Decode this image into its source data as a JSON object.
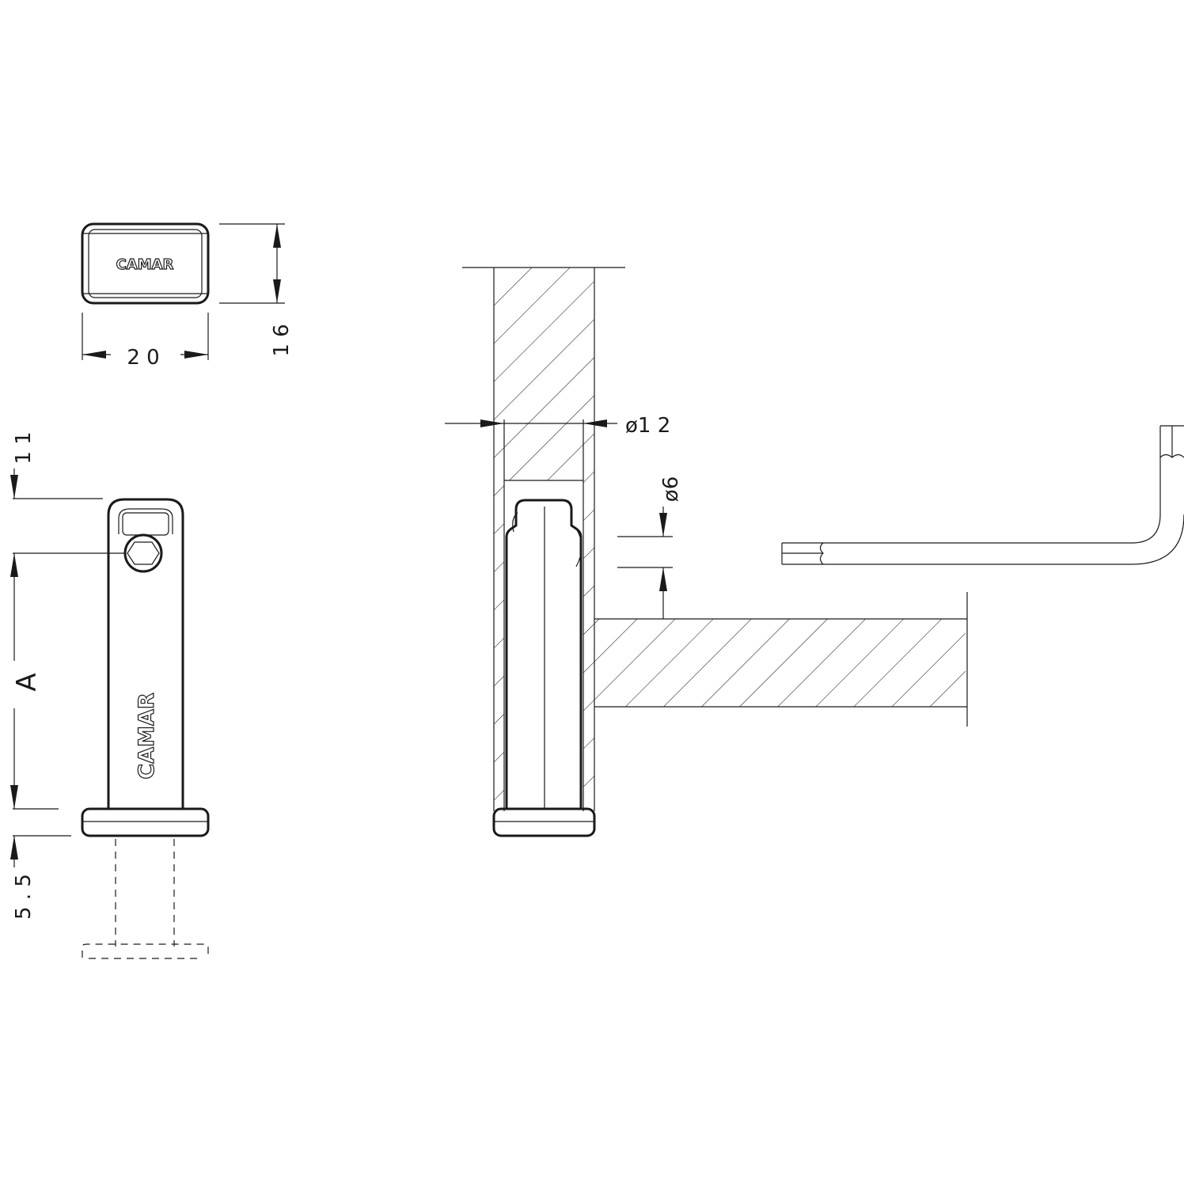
{
  "top_view": {
    "logo": "CAMAR",
    "width_label": "2 0",
    "height_label": "1 6"
  },
  "front_view": {
    "logo": "CAMAR",
    "top_label": "1 1",
    "length_label": "A",
    "bottom_label": "5 . 5"
  },
  "section_view": {
    "hole_diameter_label": "ø1 2",
    "pin_diameter_label": "ø6"
  },
  "colors": {
    "line": "#1a1a1a",
    "background": "#ffffff"
  }
}
